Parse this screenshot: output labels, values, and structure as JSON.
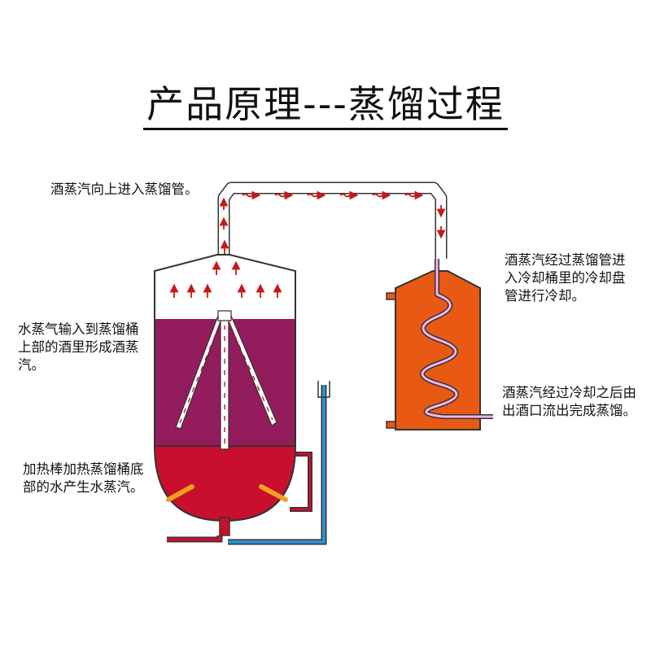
{
  "title": "产品原理---蒸馏过程",
  "labels": {
    "vapor_up": "酒蒸汽向上进入蒸馏管。",
    "vapor_into_cooler": "酒蒸汽经过蒸馏管进入冷却桶里的冷却盘管进行冷却。",
    "steam_into_tank": "水蒸气输入到蒸馏桶上部的酒里形成酒蒸汽。",
    "heating_rod": "加热棒加热蒸馏桶底部的水产生水蒸汽。",
    "condensed_out": "酒蒸汽经过冷却之后由出酒口流出完成蒸馏。"
  },
  "colors": {
    "wine": "#931c5d",
    "water": "#c8102e",
    "coolant": "#e85a14",
    "cold_pipe": "#2e8fd0",
    "hot_pipe": "#c8102e",
    "heating_rod": "#f0a020",
    "coil": "#f4b4ea",
    "arrow": "#c81818",
    "outline": "#333333"
  }
}
